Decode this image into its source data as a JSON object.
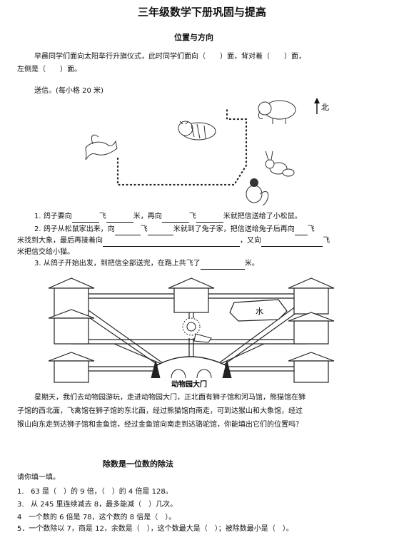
{
  "title": "三年级数学下册巩固与提高",
  "section1": {
    "heading": "位置与方向",
    "intro_a": "早晨同学们面向太阳举行升旗仪式，此时同学们面向（　　）面，背对着（　　）面，",
    "intro_b": "左侧是（　　）面。",
    "letter_label": "送信。(每小格 20 米)",
    "north_label": "北",
    "q1_a": "1. 鸽子要向",
    "q1_b": "飞",
    "q1_c": "米，再向",
    "q1_d": "飞",
    "q1_e": "米就把信送给了小松鼠。",
    "q2_a": "2. 鸽子从松鼠家出来，向",
    "q2_b": "飞",
    "q2_c": "米就到了兔子家，把信送给兔子后再向",
    "q2_d": "飞",
    "q2_e": "米找到大象，最后再接着向",
    "q2_f": "，又向",
    "q2_g": "飞",
    "q2_h": "米把信交给小猫。",
    "q3_a": "3. 从鸽子开始出发，到把信全部送完，在路上共飞了",
    "q3_b": "米。"
  },
  "zoo": {
    "water_label": "水",
    "gate_label": "动物园大门",
    "para_1": "星期天，我们去动物园游玩，走进动物园大门，正北面有狮子馆和河马馆，熊猫馆在狮",
    "para_2": "子馆的西北面，飞禽馆在狮子馆的东北面，经过熊猫馆向南走，可到达猴山和大象馆，经过",
    "para_3": "猴山向东走到达狮子馆和金鱼馆，经过金鱼馆向南走到达骆驼馆，你能填出它们的位置吗？"
  },
  "section2": {
    "heading": "除数是一位数的除法",
    "instruction": "请你填一填。",
    "items": [
      {
        "num": "1.",
        "text": "63 是（　）的 9 倍，（　）的 4 倍是 128。"
      },
      {
        "num": "3.",
        "text": "从 245 里连续减去 8，最多能减（　）几次。"
      },
      {
        "num": "4",
        "text": "一个数的 6 倍是 78，这个数的 8 倍是（　）。"
      }
    ],
    "cut_line": "5．一个数除以 7，商是 12，余数是（　），这个数最大是（　）；被除数最小是（　）。"
  }
}
